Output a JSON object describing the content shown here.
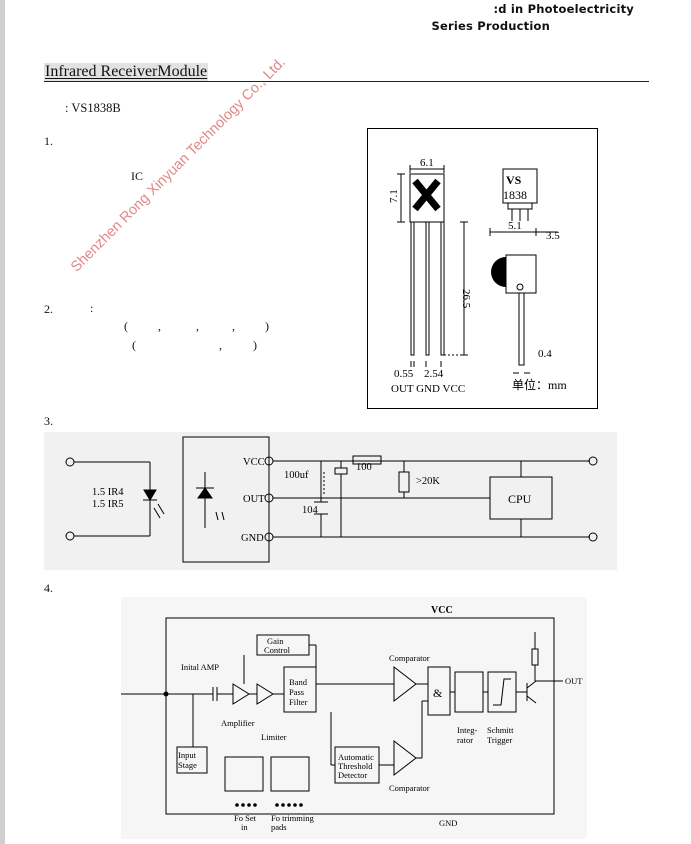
{
  "header": {
    "line1": ":d in Photoelectricity",
    "line2": "Series Production"
  },
  "title": "Infrared ReceiverModule",
  "model": ": VS1838B",
  "sections": [
    {
      "num": "1.",
      "texts": [
        "IC"
      ]
    },
    {
      "num": "2.",
      "texts": [
        ":",
        "(",
        ",",
        ",",
        ",",
        ")",
        "(",
        ",",
        ")"
      ]
    },
    {
      "num": "3.",
      "texts": []
    },
    {
      "num": "4.",
      "texts": []
    }
  ],
  "watermark": "Shenzhen Rong Xinyuan Technology Co., Ltd.",
  "package": {
    "dims": {
      "width": "6.1",
      "height": "7.1",
      "lead_length": "26.5",
      "depth": "5.1",
      "depth2": "3.5",
      "lead_width": "0.55",
      "pitch": "2.54",
      "lead_thick": "0.4"
    },
    "marking_top": "VS",
    "marking_bottom": "1838",
    "pins": "OUT GND VCC",
    "unit": "单位：mm"
  },
  "application": {
    "vcc": "VCC",
    "out": "OUT",
    "gnd": "GND",
    "ir_line1": "1.5  IR4",
    "ir_line2": "1.5  IR5",
    "cap1": "100uf",
    "cap2": "104",
    "res": "100",
    "pullup": ">20K",
    "cpu": "CPU"
  },
  "block_diagram": {
    "vcc": "VCC",
    "gnd": "GND",
    "out": "OUT",
    "inital_amp": "Inital AMP",
    "gain1": "Gain",
    "gain2": "Control",
    "amplifier": "Amplifier",
    "limiter": "Limiter",
    "bpf1": "Band",
    "bpf2": "Pass",
    "bpf3": "Filter",
    "comparator_top": "Comparator",
    "comparator_bottom": "Comparator",
    "and": "&",
    "integ1": "Integ-",
    "integ2": "rator",
    "schmitt1": "Schmitt",
    "schmitt2": "Trigger",
    "input1": "Input",
    "input2": "Stage",
    "atd1": "Automatic",
    "atd2": "Threshold",
    "atd3": "Detector",
    "fo1a": "Fo Set",
    "fo1b": "in",
    "fo2a": "Fo trimming",
    "fo2b": "pads"
  }
}
